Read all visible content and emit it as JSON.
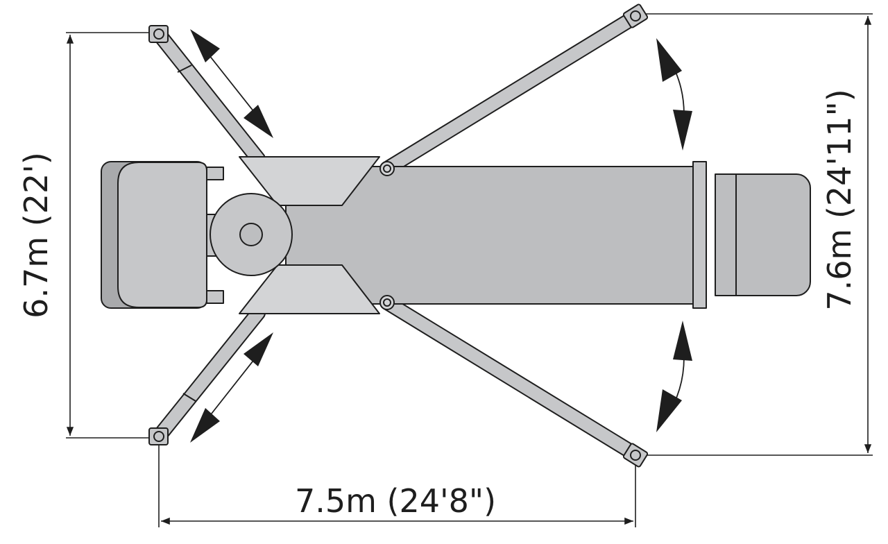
{
  "dimensions": {
    "width_label": "7.5m (24'8\")",
    "depth_left_label": "6.7m (22')",
    "depth_right_label": "7.6m (24'11\")"
  },
  "colors": {
    "outline": "#1e1e1e",
    "body_fill": "#bdbec0",
    "light_fill": "#d3d4d6",
    "leg_fill": "#c6c7c9",
    "background": "#ffffff"
  }
}
